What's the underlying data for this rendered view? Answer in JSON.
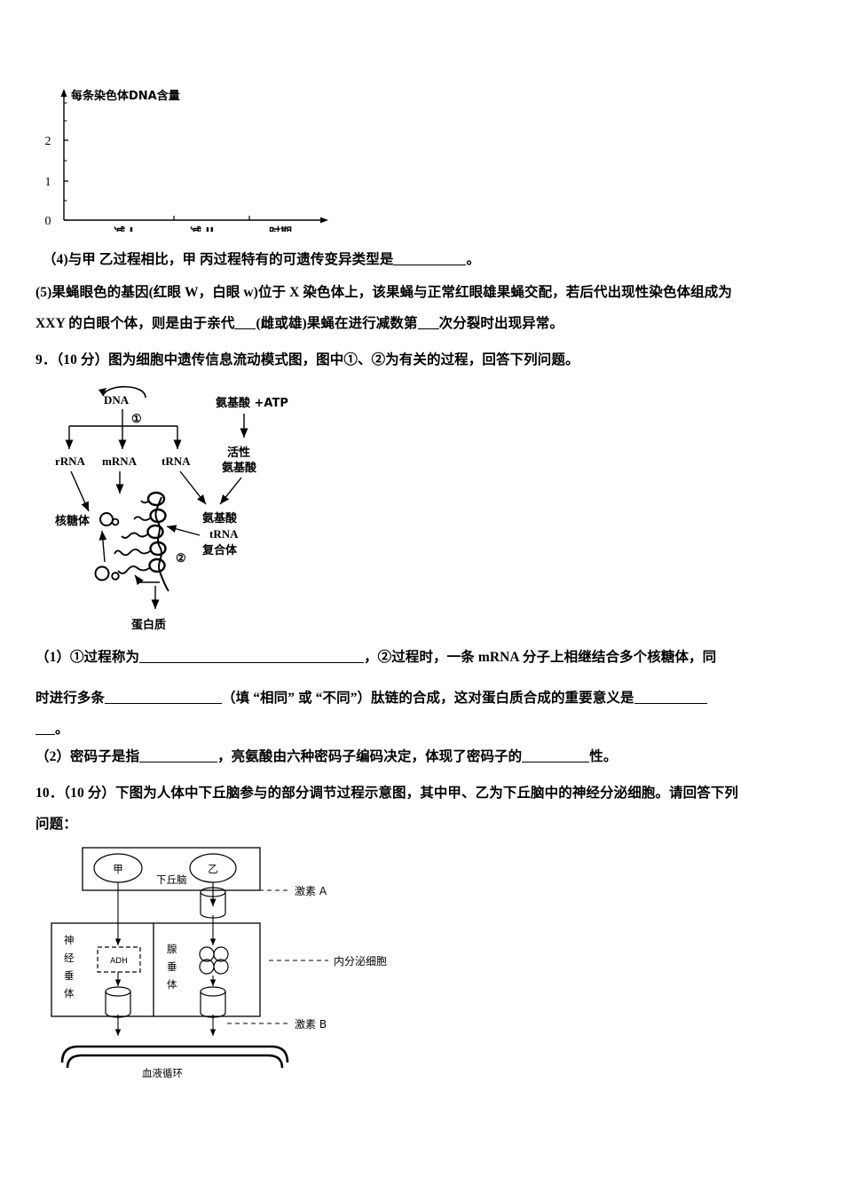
{
  "document": {
    "kind": "exam-paper-page",
    "language": "zh-CN"
  },
  "chart_data": {
    "type": "line",
    "title": "",
    "ylabel": "每条染色体DNA含量",
    "xlabel": "时期",
    "categories": [
      "减 I",
      "减 II"
    ],
    "yticks": [
      "0",
      "1",
      "2"
    ],
    "ylim": [
      0,
      2.6
    ],
    "values": [],
    "grid": false,
    "note": "空白坐标系，仅有坐标轴与刻度，无数据曲线",
    "axis_origin_label": "0"
  },
  "q8": {
    "item4": {
      "prefix": "（4)与甲 乙过程相比，甲 丙过程特有的可遗传变异类型是",
      "blank": "___________",
      "suffix": "。"
    },
    "item5": {
      "line1": "(5)果蝇眼色的基因(红眼 W，白眼 w)位于 X 染色体上，该果蝇与正常红眼雄果蝇交配，若后代出现性染色体组成为",
      "line2_a": "XXY 的白眼个体，则是由于亲代",
      "line2_blank1": "___",
      "line2_b": "(雌或雄)果蝇在进行减数第",
      "line2_blank2": "___",
      "line2_c": "次分裂时出现异常。"
    }
  },
  "q9": {
    "stem": "9．（10 分）图为细胞中遗传信息流动模式图，图中①、②为有关的过程，回答下列问题。",
    "diagram": {
      "name": "遗传信息流动模式图",
      "nodes": {
        "dna": "DNA",
        "process1": "①",
        "rrna": "rRNA",
        "mrna": "mRNA",
        "trna": "tRNA",
        "amino_atp": "氨基酸 +ATP",
        "active_amino_l1": "活性",
        "active_amino_l2": "氨基酸",
        "complex_l1": "氨基酸",
        "complex_l2": "tRNA",
        "complex_l3": "复合体",
        "ribosome": "核糖体",
        "process2": "②",
        "protein": "蛋白质"
      }
    },
    "item1": {
      "l1_a": "（1）①过程称为",
      "l1_blank": "____________________________________",
      "l1_b": "，②过程时，一条 mRNA 分子上相继结合多个核糖体，同",
      "l2_a": "时进行多条",
      "l2_blank": "_______________",
      "l2_b": "（填 “相同” 或 “不同”）肽链的合成，这对蛋白质合成的重要意义是",
      "l2_blank2": "_________",
      "l3_blank": "___",
      "l3_b": "。"
    },
    "item2": {
      "a": "（2）密码子是指",
      "blank1": "___________",
      "b": "，亮氨酸由六种密码子编码决定，体现了密码子的",
      "blank2": "_________",
      "c": "性。"
    }
  },
  "q10": {
    "stem_line1": "10．（10 分）下图为人体中下丘脑参与的部分调节过程示意图，其中甲、乙为下丘脑中的神经分泌细胞。请回答下列",
    "stem_line2": "问题：",
    "diagram": {
      "name": "下丘脑参与的部分调节过程示意图",
      "hypothalamus": "下丘脑",
      "cell_jia": "甲",
      "cell_yi": "乙",
      "neuro_pituitary": "神经垂体",
      "gland_pituitary": "腺垂体",
      "adh": "ADH",
      "hormone_a": "激素 A",
      "endocrine_cell": "内分泌细胞",
      "hormone_b": "激素 B",
      "blood_circulation": "血液循环"
    }
  },
  "colors": {
    "ink": "#000000",
    "paper": "#ffffff"
  }
}
